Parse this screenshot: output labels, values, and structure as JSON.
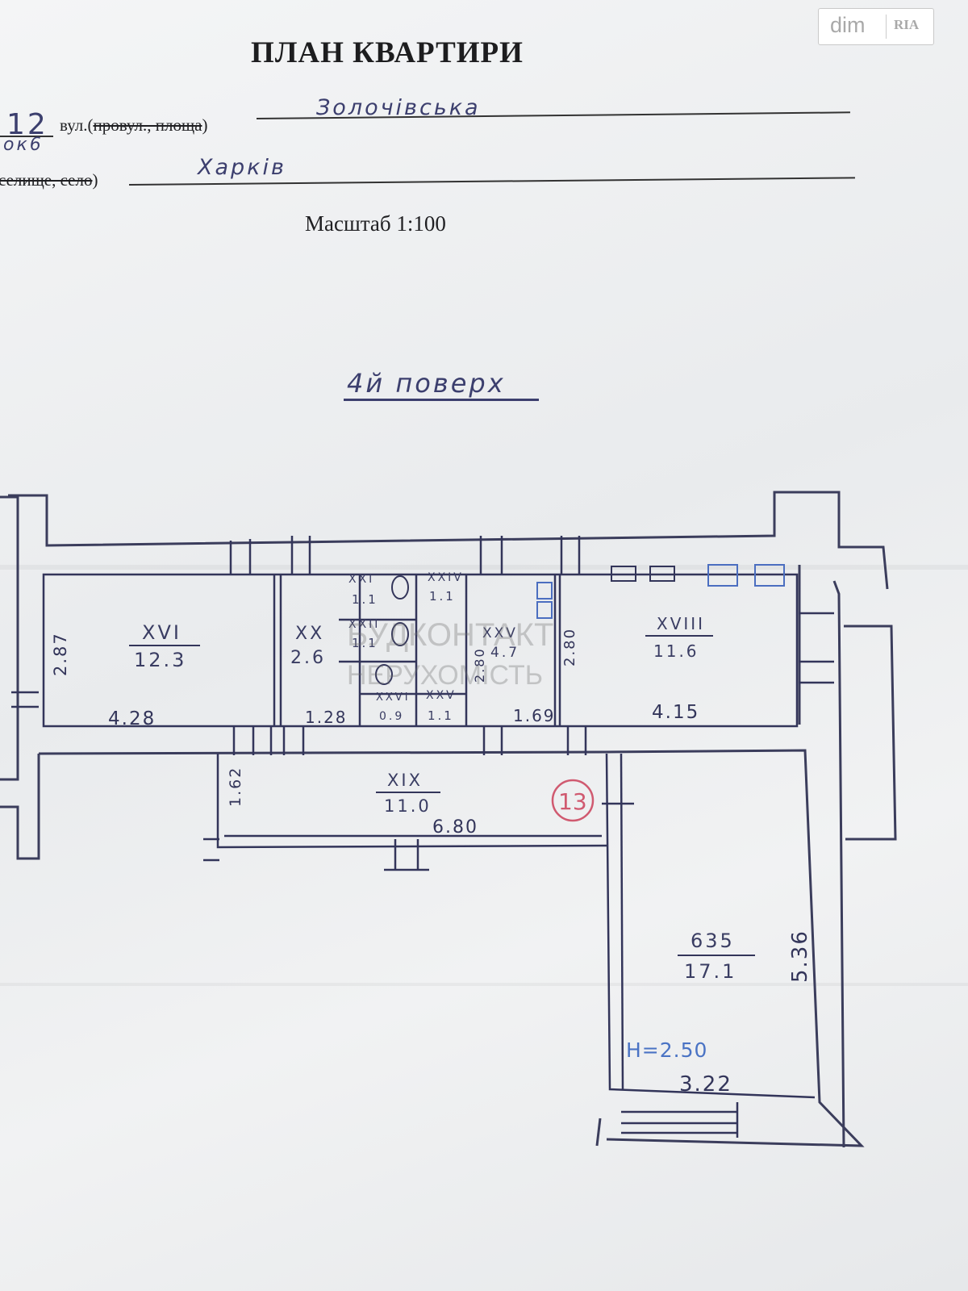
{
  "header": {
    "title": "ПЛАН КВАРТИРИ",
    "house_number": "12",
    "house_suffix": "ок6",
    "street_prefix": "вул.(",
    "street_struck": "провул., площа",
    "street_suffix": ")",
    "street_value": "Золочівська",
    "city_struck": "селище, село",
    "city_suffix": ")",
    "city_value": "Харків",
    "scale": "Масштаб 1:100",
    "floor": "4й поверх"
  },
  "logo": {
    "brand_left": "dim",
    "brand_right": "RIA"
  },
  "watermark": {
    "line1": "БУДКОНТАКТ",
    "line2": "НЕРУХОМІСТЬ"
  },
  "apartment_mark": "13",
  "rooms": [
    {
      "id": "XVI",
      "area": "12.3"
    },
    {
      "id": "XX",
      "area": "2.6"
    },
    {
      "id": "XXI",
      "area": "1.1"
    },
    {
      "id": "XXII",
      "area": "1.1"
    },
    {
      "id": "XXIV",
      "area": "1.1"
    },
    {
      "id": "XXV",
      "area": "4.7"
    },
    {
      "id": "XXVI",
      "area": "0.9"
    },
    {
      "id": "XXV",
      "area": "1.1"
    },
    {
      "id": "XVIII",
      "area": "11.6"
    },
    {
      "id": "XIX",
      "area": "11.0"
    },
    {
      "id": "635",
      "area": "17.1"
    }
  ],
  "dimensions": {
    "d_287": "2.87",
    "d_428": "4.28",
    "d_128": "1.28",
    "d_280a": "2.80",
    "d_280b": "2.80",
    "d_169": "1.69",
    "d_415": "4.15",
    "d_162": "1.62",
    "d_680": "6.80",
    "d_536": "5.36",
    "d_322": "3.22",
    "height": "H=2.50"
  }
}
